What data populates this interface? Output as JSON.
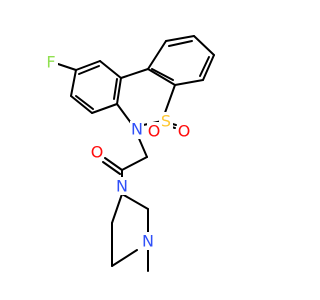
{
  "molecule": {
    "atoms": {
      "fluorine": {
        "text": "F",
        "color": "#90E050"
      },
      "nitrogen_sultam": {
        "text": "N",
        "color": "#3050F8"
      },
      "sulfur": {
        "text": "S",
        "color": "#FFC832"
      },
      "oxygen_s_left": {
        "text": "O",
        "color": "#FF0D0D"
      },
      "oxygen_s_right": {
        "text": "O",
        "color": "#FF0D0D"
      },
      "oxygen_carbonyl": {
        "text": "O",
        "color": "#FF0D0D"
      },
      "nitrogen_pip_top": {
        "text": "N",
        "color": "#3050F8"
      },
      "nitrogen_pip_bottom": {
        "text": "N",
        "color": "#3050F8"
      }
    }
  }
}
